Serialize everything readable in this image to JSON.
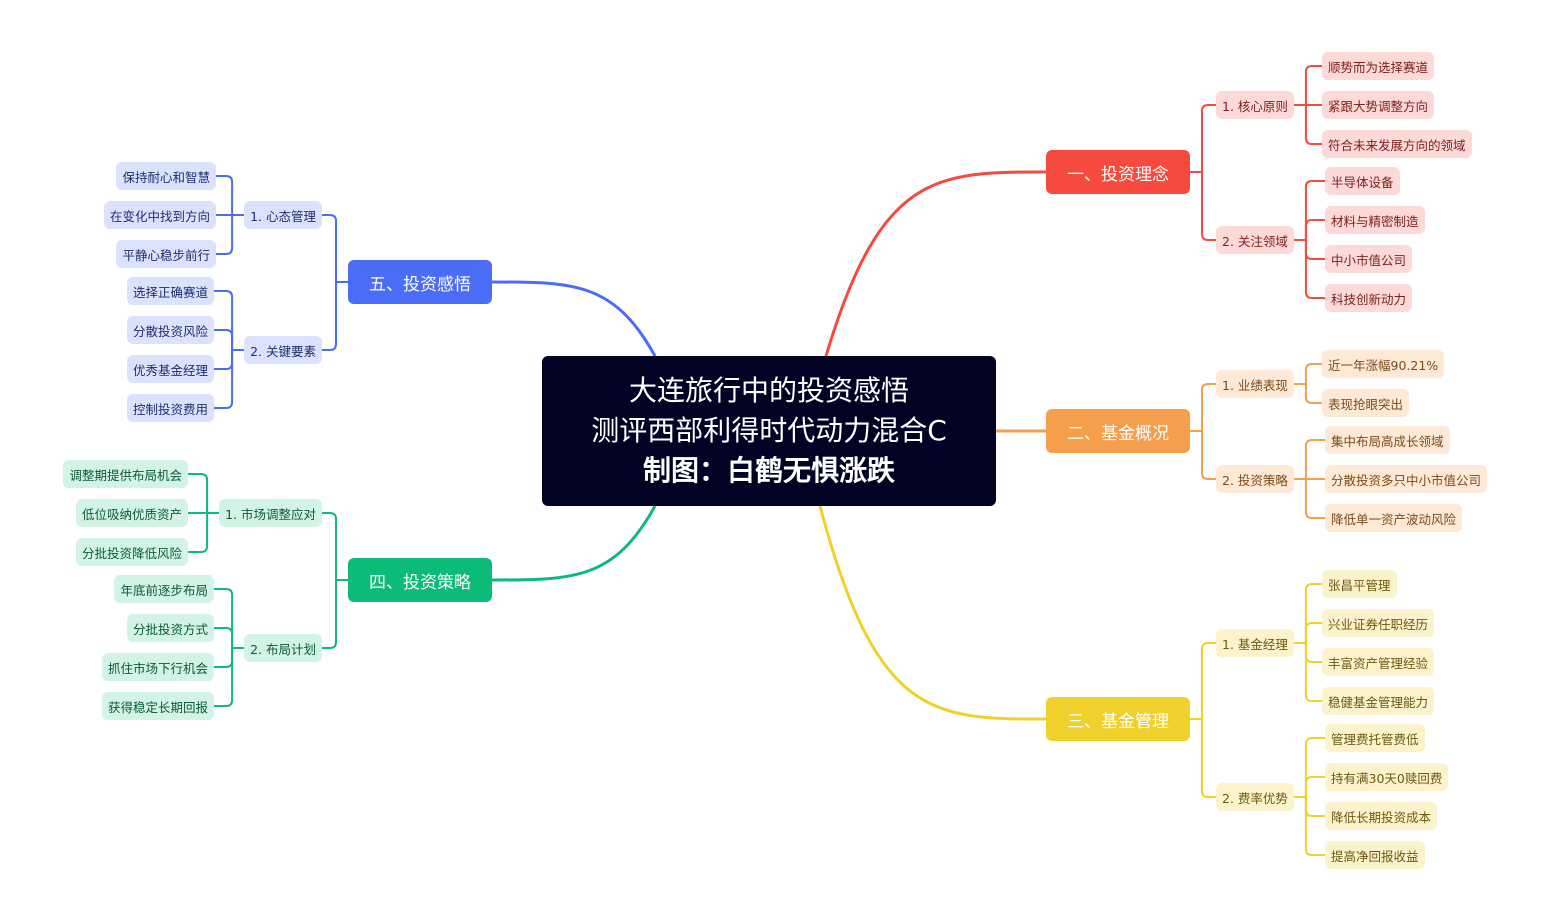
{
  "root": {
    "line1": "大连旅行中的投资感悟",
    "line2": "测评西部利得时代动力混合C",
    "line3": "制图：白鹤无惧涨跌"
  },
  "branches": [
    {
      "label": "一、投资理念",
      "color": "#f74a3f",
      "light": "#fdd9d7",
      "text": "#7a1f1a",
      "subs": [
        {
          "label": "1. 核心原则",
          "leaves": [
            "顺势而为选择赛道",
            "紧跟大势调整方向",
            "符合未来发展方向的领域"
          ]
        },
        {
          "label": "2. 关注领域",
          "leaves": [
            "半导体设备",
            "材料与精密制造",
            "中小市值公司",
            "科技创新动力"
          ]
        }
      ]
    },
    {
      "label": "二、基金概况",
      "color": "#f59e4c",
      "light": "#fde9d6",
      "text": "#7a4a1a",
      "subs": [
        {
          "label": "1. 业绩表现",
          "leaves": [
            "近一年涨幅90.21%",
            "表现抢眼突出"
          ]
        },
        {
          "label": "2. 投资策略",
          "leaves": [
            "集中布局高成长领域",
            "分散投资多只中小市值公司",
            "降低单一资产波动风险"
          ]
        }
      ]
    },
    {
      "label": "三、基金管理",
      "color": "#f0d12b",
      "light": "#fcf3cc",
      "text": "#6b5a10",
      "subs": [
        {
          "label": "1. 基金经理",
          "leaves": [
            "张昌平管理",
            "兴业证券任职经历",
            "丰富资产管理经验",
            "稳健基金管理能力"
          ]
        },
        {
          "label": "2. 费率优势",
          "leaves": [
            "管理费托管费低",
            "持有满30天0赎回费",
            "降低长期投资成本",
            "提高净回报收益"
          ]
        }
      ]
    },
    {
      "label": "四、投资策略",
      "color": "#0dbb78",
      "light": "#d2f3e6",
      "text": "#0a5a3a",
      "subs": [
        {
          "label": "1. 市场调整应对",
          "leaves": [
            "调整期提供布局机会",
            "低位吸纳优质资产",
            "分批投资降低风险"
          ]
        },
        {
          "label": "2. 布局计划",
          "leaves": [
            "年底前逐步布局",
            "分批投资方式",
            "抓住市场下行机会",
            "获得稳定长期回报"
          ]
        }
      ]
    },
    {
      "label": "五、投资感悟",
      "color": "#4a6cf7",
      "light": "#dbe2fd",
      "text": "#1f2e6b",
      "subs": [
        {
          "label": "1. 心态管理",
          "leaves": [
            "保持耐心和智慧",
            "在变化中找到方向",
            "平静心稳步前行"
          ]
        },
        {
          "label": "2. 关键要素",
          "leaves": [
            "选择正确赛道",
            "分散投资风险",
            "优秀基金经理",
            "控制投资费用"
          ]
        }
      ]
    }
  ]
}
